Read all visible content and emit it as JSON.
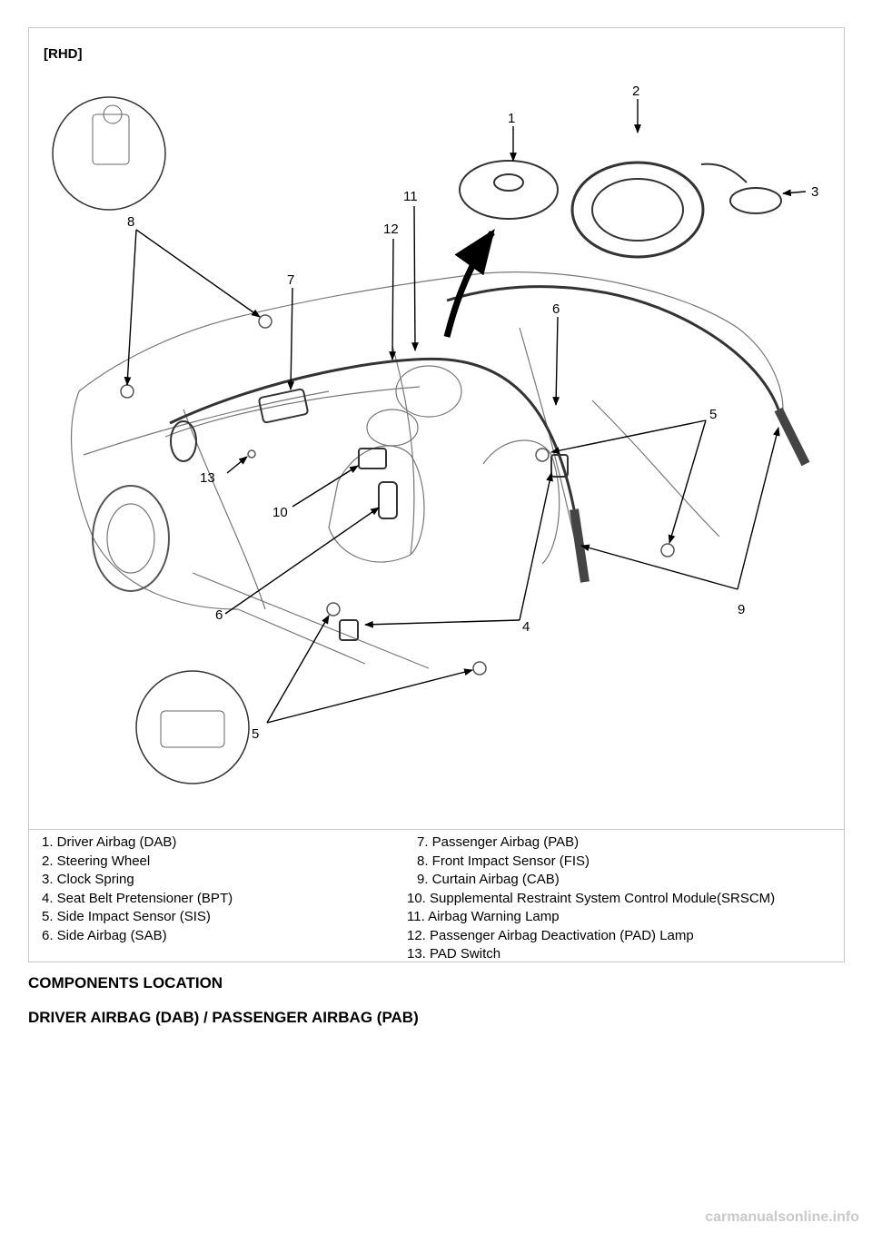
{
  "figure": {
    "tag": "[RHD]",
    "callouts": [
      "1",
      "2",
      "3",
      "8",
      "11",
      "12",
      "7",
      "6",
      "5",
      "13",
      "10",
      "9",
      "6",
      "4",
      "5"
    ]
  },
  "legend": {
    "left": [
      "1. Driver Airbag (DAB)",
      "2. Steering Wheel",
      "3. Clock Spring",
      "4. Seat Belt Pretensioner (BPT)",
      "5. Side Impact Sensor (SIS)",
      "6. Side Airbag (SAB)"
    ],
    "right": [
      "7. Passenger Airbag (PAB)",
      "8. Front Impact Sensor (FIS)",
      "9. Curtain Airbag (CAB)",
      "10. Supplemental Restraint System Control Module(SRSCM)",
      "11. Airbag Warning Lamp",
      "12. Passenger Airbag Deactivation (PAD) Lamp",
      "13. PAD Switch"
    ]
  },
  "section_title": "COMPONENTS LOCATION",
  "subsection_title": "DRIVER AIRBAG (DAB) / PASSENGER AIRBAG (PAB)",
  "watermark": "carmanualsonline.info"
}
